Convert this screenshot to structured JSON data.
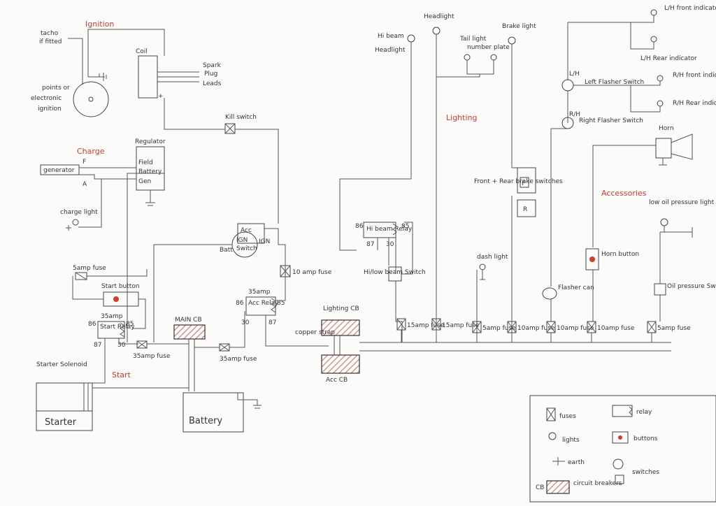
{
  "colors": {
    "section": "#d63a2a",
    "breaker_hatch": "#e07a6a",
    "relay_coil": "#3a4fc8",
    "button": "#d63a2a",
    "ink": "#444444"
  },
  "sections": {
    "ignition": "Ignition",
    "charge": "Charge",
    "start": "Start",
    "lighting": "Lighting",
    "accessories": "Accessories"
  },
  "labels": {
    "tacho": "tacho",
    "if_fitted": "if fitted",
    "points_or": "points or",
    "electronic": "electronic",
    "ignition_word": "ignition",
    "coil": "Coil",
    "spark": "Spark",
    "plug": "Plug",
    "leads": "Leads",
    "plus": "+",
    "kill_switch": "Kill switch",
    "regulator": "Regulator",
    "field": "Field",
    "battery_term": "Battery",
    "gen": "Gen",
    "generator": "generator",
    "f": "F",
    "a": "A",
    "charge_light": "charge light",
    "acc": "Acc",
    "ign": "IGN",
    "switch": "Switch",
    "ign2": "IGN",
    "batt": "Batt",
    "fuse_5amp": "5amp fuse",
    "start_button": "Start button",
    "start_relay_amp": "35amp",
    "start_relay": "Start Relay",
    "r86": "86",
    "r85": "85",
    "r87": "87",
    "r30": "30",
    "fuse_35": "35amp fuse",
    "main_cb": "MAIN CB",
    "fuse_35b": "35amp fuse",
    "acc_relay_amp": "35amp",
    "acc_relay": "Acc Relay",
    "a86": "86",
    "a85": "85",
    "a30": "30",
    "a87": "87",
    "fuse_10": "10 amp fuse",
    "lighting_cb": "Lighting CB",
    "copper_strap": "copper strap",
    "acc_cb": "Acc CB",
    "starter_solenoid": "Starter Solenoid",
    "starter": "Starter",
    "battery": "Battery",
    "headlight": "Headlight",
    "hi_beam": "Hi beam",
    "headlight2": "Headlight",
    "taillight": "Tail light",
    "number_plate": "number plate",
    "brake_light": "Brake light",
    "hibeam_relay": "Hi beam Relay",
    "h86": "86",
    "h85": "85",
    "h87": "87",
    "h30": "30",
    "hilow_switch": "Hi/low beam Switch",
    "fr_brake": "Front + Rear brake switches",
    "f_sw": "F",
    "r_sw": "R",
    "dash_light": "dash light",
    "lh_front": "L/H front indicator",
    "lh_rear": "L/H Rear indicator",
    "rh_front": "R/H front indicator",
    "rh_rear": "R/H Rear indicator",
    "left_flasher": "Left Flasher Switch",
    "right_flasher": "Right Flasher Switch",
    "lh": "L/H",
    "rh": "R/H",
    "horn": "Horn",
    "low_oil": "low oil pressure light",
    "horn_button": "Horn button",
    "flasher_can": "Flasher can",
    "oil_switch": "Oil pressure Switch",
    "f15a": "15amp fuse",
    "f15b": "15amp fuse",
    "f5a": "5amp fuse",
    "f10a": "10amp fuse",
    "f10b": "10amp fuse",
    "f10c": "10amp fuse",
    "f5b": "5amp fuse"
  },
  "legend": {
    "fuses": "fuses",
    "relay": "relay",
    "lights": "lights",
    "buttons": "buttons",
    "earth": "earth",
    "switches": "switches",
    "cb": "CB",
    "circuit_breakers": "circuit breakers"
  }
}
